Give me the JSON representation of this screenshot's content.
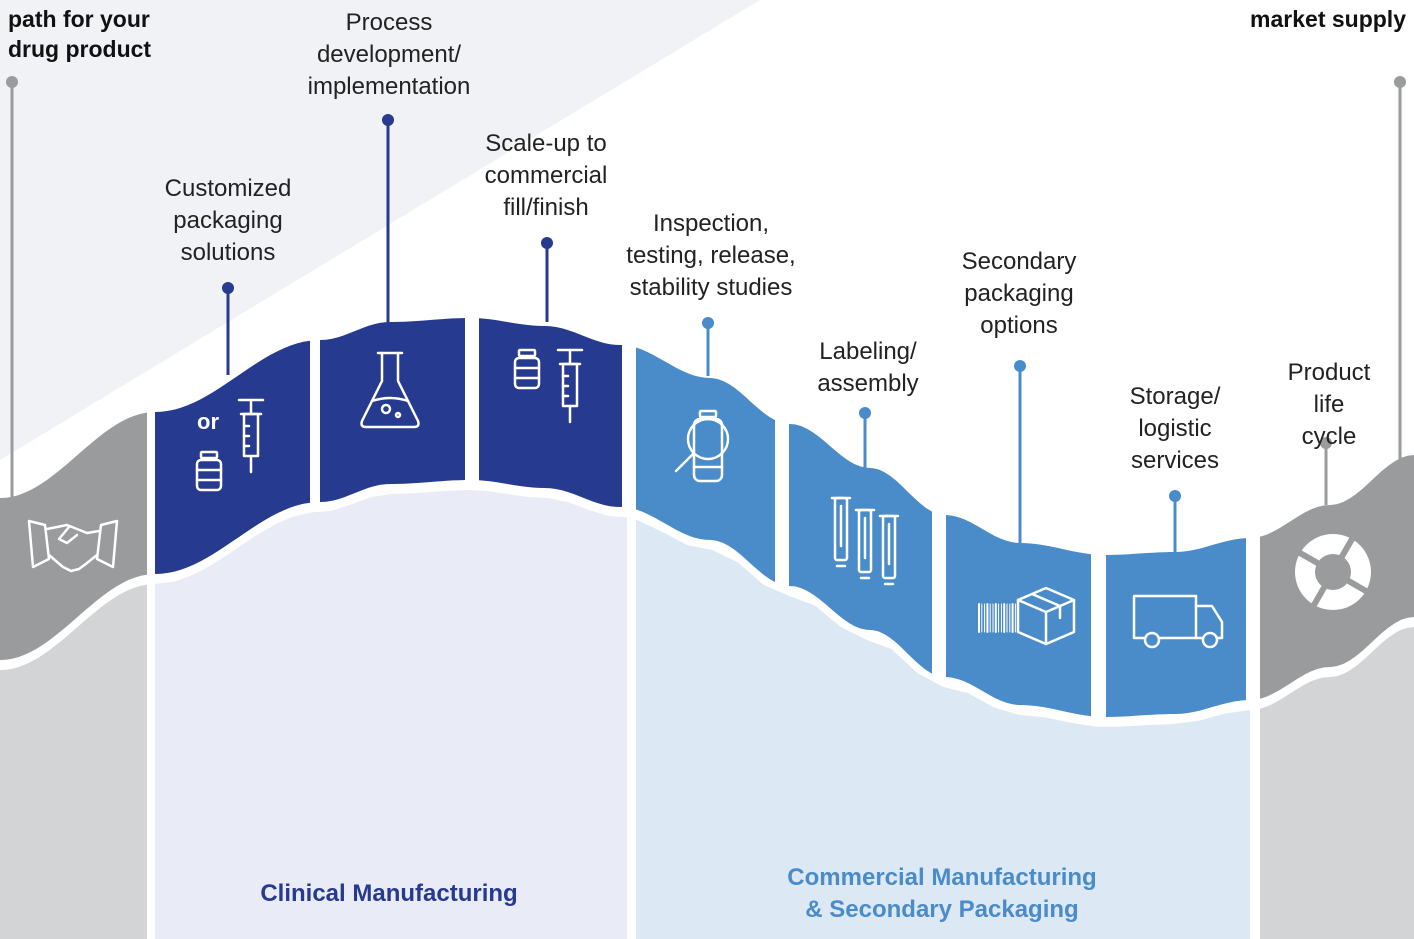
{
  "header": {
    "left_title": "path for your\ndrug product",
    "right_title": "market supply"
  },
  "steps": [
    {
      "label": "Customized\npackaging\nsolutions",
      "icon": "vial-or-syringe-icon",
      "or_text": "or"
    },
    {
      "label": "Process\ndevelopment/\nimplementation",
      "icon": "flask-icon"
    },
    {
      "label": "Scale-up to\ncommercial\nfill/finish",
      "icon": "vial-syringe-icon"
    },
    {
      "label": "Inspection,\ntesting, release,\nstability studies",
      "icon": "vial-magnifier-icon"
    },
    {
      "label": "Labeling/\nassembly",
      "icon": "tubes-icon"
    },
    {
      "label": "Secondary\npackaging\noptions",
      "icon": "barcode-box-icon"
    },
    {
      "label": "Storage/\nlogistic\nservices",
      "icon": "truck-icon"
    },
    {
      "label": "Product\nlife cycle",
      "icon": "cycle-icon"
    }
  ],
  "regions": {
    "clinical": "Clinical Manufacturing",
    "commercial": "Commercial Manufacturing\n& Secondary Packaging"
  },
  "colors": {
    "dark_blue": "#263a8f",
    "light_blue": "#4a8bc9",
    "gray": "#9a9b9d",
    "light_gray": "#d3d4d5",
    "clinical_bg": "#e9ebf6",
    "commercial_bg": "#dce9f4"
  }
}
